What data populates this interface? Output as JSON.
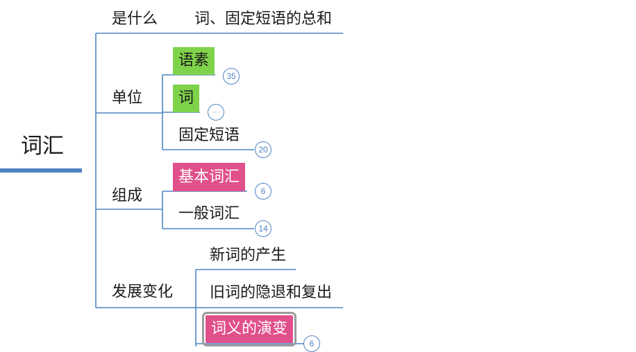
{
  "root": {
    "label": "词汇"
  },
  "branches": {
    "what": {
      "label": "是什么",
      "definition": "词、固定短语的总和"
    },
    "unit": {
      "label": "单位",
      "items": [
        {
          "label": "语素",
          "badge": "35"
        },
        {
          "label": "词",
          "badge": "···"
        },
        {
          "label": "固定短语",
          "badge": "20"
        }
      ]
    },
    "composition": {
      "label": "组成",
      "items": [
        {
          "label": "基本词汇",
          "badge": "6"
        },
        {
          "label": "一般词汇",
          "badge": "14"
        }
      ]
    },
    "evolution": {
      "label": "发展变化",
      "items": [
        {
          "label": "新词的产生"
        },
        {
          "label": "旧词的隐退和复出"
        },
        {
          "label": "词义的演变",
          "badge": "6"
        }
      ]
    }
  },
  "colors": {
    "line": "#4f83c2",
    "green_tag": "#7fd34b",
    "pink_tag": "#e0508a",
    "selection": "#9b9b9b"
  }
}
